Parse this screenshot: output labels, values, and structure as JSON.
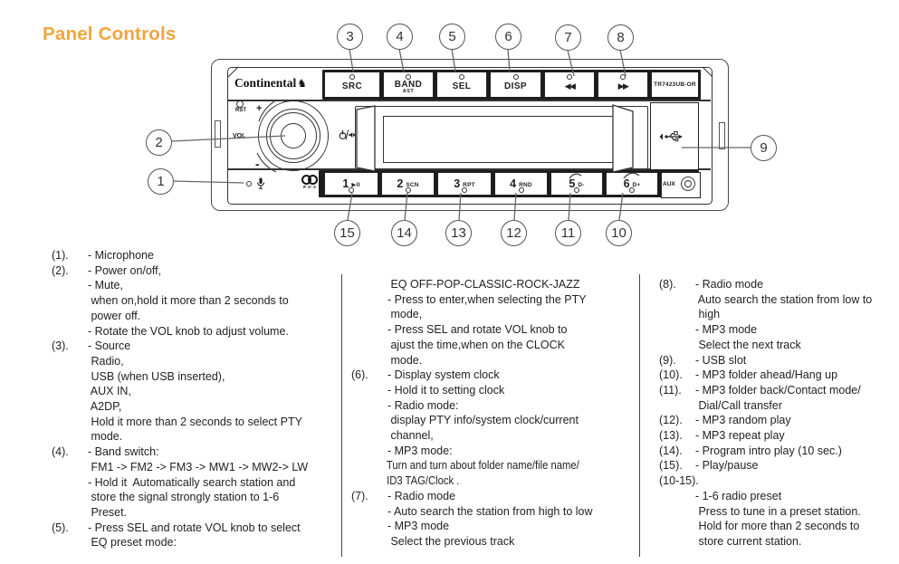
{
  "title": "Panel Controls",
  "accent_color": "#F2A53C",
  "device": {
    "brand": "Continental",
    "horse_icon": "♞",
    "model": "TR7423UB-OR",
    "top_keys": {
      "src": "SRC",
      "band": "BAND",
      "band_sub": "AST",
      "sel": "SEL",
      "disp": "DISP",
      "rew": "◀◀",
      "ff": "▶▶"
    },
    "preset_keys": {
      "k1": {
        "num": "1",
        "suf": "▶II"
      },
      "k2": {
        "num": "2",
        "suf": "SCN"
      },
      "k3": {
        "num": "3",
        "suf": "RPT"
      },
      "k4": {
        "num": "4",
        "suf": "RND"
      },
      "k5": {
        "num": "5",
        "suf": "D-"
      },
      "k6": {
        "num": "6",
        "suf": "D+"
      }
    },
    "labels": {
      "rst": "RST",
      "vol": "VOL",
      "plus": "+",
      "minus": "-",
      "aux": "AUX",
      "rds": "R·D·S"
    },
    "icons": {
      "mic": "microphone",
      "usb": "usb-trident",
      "power_mute": "power/mute",
      "horse": "continental-horse",
      "play_pause": "▶II"
    }
  },
  "callouts": {
    "c1": "1",
    "c2": "2",
    "c3": "3",
    "c4": "4",
    "c5": "5",
    "c6": "6",
    "c7": "7",
    "c8": "8",
    "c9": "9",
    "c10": "10",
    "c11": "11",
    "c12": "12",
    "c13": "13",
    "c14": "14",
    "c15": "15"
  },
  "columns": [
    {
      "lines": [
        {
          "n": "(1).",
          "t": "- Microphone"
        },
        {
          "n": "(2).",
          "t": "- Power on/off,"
        },
        {
          "n": "",
          "t": "- Mute,"
        },
        {
          "n": "",
          "t": " when on,hold it more than 2 seconds to"
        },
        {
          "n": "",
          "t": " power off."
        },
        {
          "n": "",
          "t": "- Rotate the VOL knob to adjust volume."
        },
        {
          "n": "(3).",
          "t": "- Source"
        },
        {
          "n": "",
          "t": " Radio,"
        },
        {
          "n": "",
          "t": " USB (when USB inserted),"
        },
        {
          "n": "",
          "t": " AUX IN,"
        },
        {
          "n": "",
          "t": " A2DP,"
        },
        {
          "n": "",
          "t": " Hold it more than 2 seconds to select PTY"
        },
        {
          "n": "",
          "t": " mode."
        },
        {
          "n": "(4).",
          "t": "- Band switch:"
        },
        {
          "n": "",
          "t": " FM1 -> FM2 -> FM3 -> MW1 -> MW2-> LW"
        },
        {
          "n": "",
          "t": "- Hold it  Automatically search station and"
        },
        {
          "n": "",
          "t": " store the signal strongly station to 1-6"
        },
        {
          "n": "",
          "t": " Preset."
        },
        {
          "n": "(5).",
          "t": "- Press SEL and rotate VOL knob to select"
        },
        {
          "n": "",
          "t": " EQ preset mode:"
        }
      ]
    },
    {
      "lines": [
        {
          "n": "",
          "t": " EQ OFF-POP-CLASSIC-ROCK-JAZZ"
        },
        {
          "n": "",
          "t": "- Press to enter,when selecting the PTY"
        },
        {
          "n": "",
          "t": " mode,"
        },
        {
          "n": "",
          "t": "- Press SEL and rotate VOL knob to"
        },
        {
          "n": "",
          "t": " ajust the time,when on the CLOCK"
        },
        {
          "n": "",
          "t": " mode."
        },
        {
          "n": "(6).",
          "t": "- Display system clock"
        },
        {
          "n": "",
          "t": "- Hold it to setting clock"
        },
        {
          "n": "",
          "t": "- Radio mode:"
        },
        {
          "n": "",
          "t": " display PTY info/system clock/current"
        },
        {
          "n": "",
          "t": " channel,"
        },
        {
          "n": "",
          "t": "- MP3 mode:"
        },
        {
          "n": "",
          "t": " Turn and turn about folder name/file name/",
          "c": "cond"
        },
        {
          "n": "",
          "t": " ID3 TAG/Clock .",
          "c": "cond"
        },
        {
          "n": "(7).",
          "t": "- Radio mode"
        },
        {
          "n": "",
          "t": "- Auto search the station from high to low"
        },
        {
          "n": "",
          "t": "- MP3 mode"
        },
        {
          "n": "",
          "t": " Select the previous track"
        }
      ]
    },
    {
      "lines": [
        {
          "n": "(8).",
          "t": "- Radio mode"
        },
        {
          "n": "",
          "t": " Auto search the station from low to"
        },
        {
          "n": "",
          "t": " high"
        },
        {
          "n": "",
          "t": "- MP3 mode"
        },
        {
          "n": "",
          "t": " Select the next track"
        },
        {
          "n": "(9).",
          "t": "- USB slot"
        },
        {
          "n": "(10).",
          "t": "- MP3 folder ahead/Hang up"
        },
        {
          "n": "(11).",
          "t": "- MP3 folder back/Contact mode/"
        },
        {
          "n": "",
          "t": " Dial/Call transfer"
        },
        {
          "n": "(12).",
          "t": "- MP3 random play"
        },
        {
          "n": "(13).",
          "t": "- MP3 repeat play"
        },
        {
          "n": "(14).",
          "t": "- Program intro play (10 sec.)"
        },
        {
          "n": "(15).",
          "t": "- Play/pause"
        },
        {
          "n": "(10-15).",
          "t": ""
        },
        {
          "n": "",
          "t": "- 1-6 radio preset"
        },
        {
          "n": "",
          "t": " Press to tune in a preset station."
        },
        {
          "n": "",
          "t": " Hold for more than 2 seconds to"
        },
        {
          "n": "",
          "t": " store current station."
        }
      ]
    }
  ]
}
